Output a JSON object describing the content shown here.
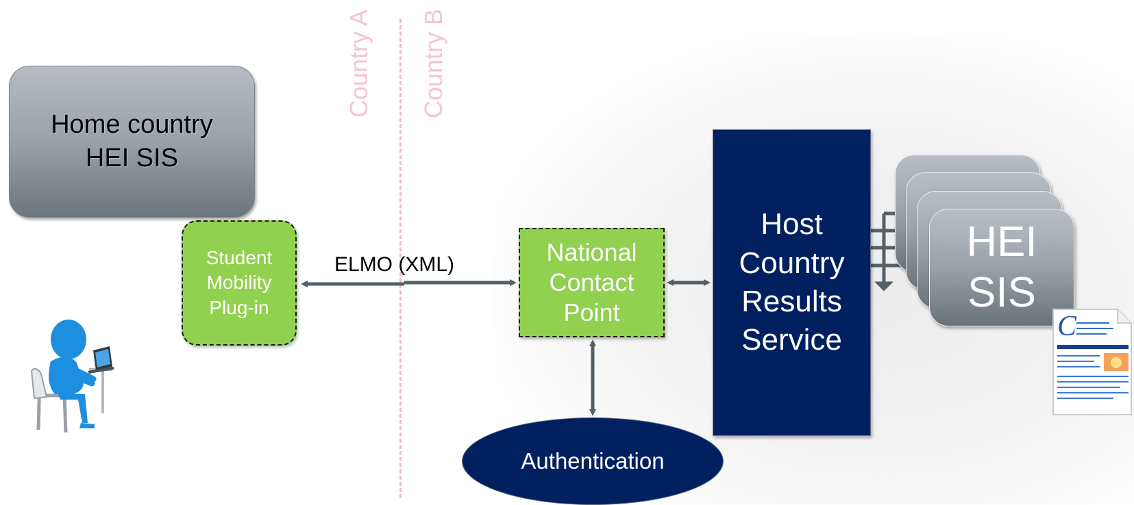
{
  "country_labels": {
    "a": "Country A",
    "b": "Country B"
  },
  "home_box": {
    "label": "Home country\nHEI SIS"
  },
  "plugin_box": {
    "label": "Student\nMobility\nPlug-in"
  },
  "elmo_label": "ELMO (XML)",
  "ncp_box": {
    "label": "National\nContact\nPoint"
  },
  "host_box": {
    "label": "Host\nCountry\nResults\nService"
  },
  "hei_sis": {
    "label": "HEI\nSIS"
  },
  "auth_ellipse": {
    "label": "Authentication"
  },
  "icons": {
    "person": "student-at-laptop-icon",
    "document": "transcript-document-icon"
  },
  "colors": {
    "navy": "#002060",
    "green": "#92d050",
    "divider": "#f2bccb",
    "arrow": "#555f66"
  }
}
